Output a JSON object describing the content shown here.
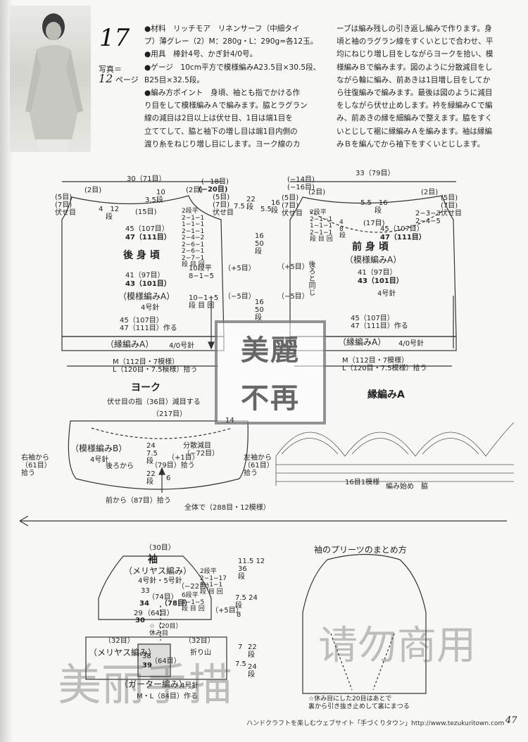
{
  "header": {
    "pattern_number": "17",
    "photo_ref_line1": "写真＝",
    "photo_ref_page": "12",
    "photo_ref_suffix": "ページ"
  },
  "description": {
    "left": "●材料　リッチモア　リネンサーフ（中細タイ\nプ）薄グレー（2）M：280g・L：290g=各12玉。\n●用具　棒針4号、かぎ針4/0号。\n●ゲージ　10cm平方で模様編みA23.5目×30.5段、\nB25目×32.5段。\n●編み方ポイント　身頃、袖とも指でかける作\nり目をして模様編みＡで編みます。脇とラグラン\n線の減目は2目以上は伏せ目、1目は端1目を\n立ててして、脇と袖下の増し目は端1目内側の\n渡り糸をねじり増し目にします。ヨーク線のカ",
    "right": "ーブは編み残しの引き返し編みで作ります。身\n頃と袖のラグラン線をすくいとじで合わせ、平\n均にねじり増し目をしながらヨークを拾い、模\n様編みＢで編みます。図のように分散減目をし\nながら輪に編み、前あきは1目増し目をしてか\nら往復編みで編みます。最後は図のように減目\nをしながら伏せ止めします。衿を緑編みＣで編\nみ、前あきの縁を細編みで整えます。脇をすく\nいとじして裾に縁編みＡを編みます。袖は縁編\nみＢを編んでから袖下をすくいとじします。"
  },
  "back_body": {
    "title": "後 身 頃",
    "pattern": "（模様編みA）",
    "needle": "4号針",
    "top_width": "30（71目）",
    "side_a": "(2目)",
    "side_b": "3.5段",
    "side_c": "10",
    "right_a": "(2目)",
    "right_b": "(−18目)",
    "right_c": "(−20目)",
    "left_shoulder": "(5目)\n(7目)\n伏せ目",
    "right_shoulder": "(5目)\n(7目)\n伏せ目",
    "left_12": "4　12\n　段",
    "mid_15": "(15目)",
    "w45": "45（107目）",
    "w47": "47（111目）",
    "w41": "41（97目）",
    "w43": "43（101目）",
    "dec_rows": "2段平\n2−1−1\n1−1−1\n2−1−1\n2−4−2\n2−6−1\n2−6−1\n2−7−1\n段 目 回",
    "side_flat": "10段平\n8−1−5",
    "side_plus": "（+5目）",
    "side_minus": "（−5目）",
    "side_dec": "10−1−5\n段 目 回",
    "bottom": "45（107目）\n47（111目）作る",
    "border": "（縁編みA）",
    "border_needle": "4/0号針",
    "pickup": "M（112目・7模様）\nL（120目・7.5模様）拾う"
  },
  "center_dims": {
    "d1": "7.5",
    "d2": "22\n段",
    "d3": "5.5",
    "d4": "16\n段",
    "d5": "16\n50\n段",
    "d6": "16\n50\n段",
    "right_label": "後ろと同じ"
  },
  "front_body": {
    "title": "前 身 頃",
    "pattern": "（模様編みA）",
    "needle": "4号針",
    "top_left": "(−14目)\n(−16目)",
    "top_width": "33（79目）",
    "left_2": "(2目)",
    "right_2": "(2目)",
    "left_shoulder": "(5目)\n(7目)\n伏せ目",
    "right_shoulder": "(5目)\n(7目)\n伏せ目",
    "mid_55": "5.5　16\n　　段",
    "mid_17": "(17目)",
    "rows_left": "2段平\n2−1−1\n1−1−1\n2−1−1\n段 目 回",
    "rows_4_8": "4\n8\n段",
    "rows_right": "2−3−3\n2−4−5",
    "w45": "45（107目）",
    "w47": "47（111目）",
    "w41": "41（97目）",
    "w43": "43（101目）",
    "plus": "（+5目）",
    "minus": "（−5目）",
    "bottom": "45（107目）\n47（111目）作る",
    "border": "（縁編みA）",
    "border_needle": "4/0号針",
    "pickup": "M（112目・7模様）\nL（120目・7.5模様）拾う"
  },
  "yoke": {
    "title": "ヨーク",
    "top_note": "伏せ目の指（36目）減目する",
    "width": "（217目）",
    "pattern": "（模様編みB）",
    "needle": "4号針",
    "back_pickup": "後ろから",
    "bracket": "24\n7.5\n段",
    "dist_dec": "分散減目\n（−72目）",
    "plus1": "（+1目）",
    "pickup79": "（79目）拾う",
    "left_side": "右袖から\n（61目）\n拾う",
    "right_side": "左袖から\n（61目）\n拾う",
    "rows22": "22\n段",
    "height6": "6",
    "front_pickup": "前から（87目）拾う",
    "total": "全体で（288目・12模様）",
    "side14": "14"
  },
  "border_a": {
    "title": "縁編みA",
    "repeat": "16目1模様",
    "start": "編み始め",
    "side": "脇"
  },
  "sleeve": {
    "title": "袖",
    "pattern": "（メリヤス編み）",
    "needle": "4号針・5号針",
    "top": "（30目）",
    "minus22": "（−22目）",
    "w33": "33",
    "w74": "（74目）",
    "w34": "34",
    "w78": "（78目）",
    "w29": "29",
    "w64": "（64目）",
    "w30": "30",
    "right_rows": "2段平\n2−1−17\n3−1−1\n段 目 回",
    "inc_rows": "6段平\n4−1−5\n段 目 回",
    "plus5": "（+5目）",
    "dims_top": "11.5 12\n36\n段",
    "dims_mid": "7.5 24\n段",
    "dims_8": "8",
    "rest20": "☆（20目）\n休み目",
    "left32": "（32目）",
    "right32": "（32目）",
    "fold": "折り山",
    "mer": "（メリヤス編み）",
    "n38": "38",
    "n64": "（64目）",
    "n39": "39",
    "garter": "（ガーター編み）",
    "garter_needle": "4号針",
    "bottom": "M・L（84目）作る",
    "d7": "7",
    "d22": "22\n段",
    "d75": "7.5",
    "d24": "24\n段"
  },
  "pleat": {
    "title": "袖のプリーツのまとめ方",
    "note": "☆休み目にした20目はあとで\n裏から引き抜き止めして裏にまつる"
  },
  "watermarks": {
    "stamp_top": "美麗",
    "stamp_bottom": "不再",
    "bottom_left": "美丽手描",
    "bottom_right": "请勿商用"
  },
  "footer": {
    "text": "ハンドクラフトを楽しむウェブサイト「手づくりタウン」http://www.tezukuritown.com",
    "page": "47"
  }
}
